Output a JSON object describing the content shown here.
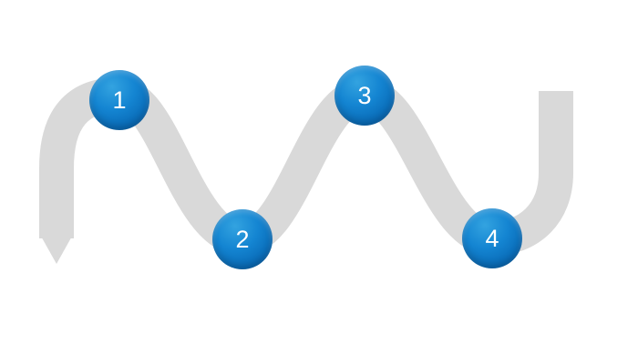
{
  "diagram": {
    "type": "process-wave-timeline",
    "steps": [
      {
        "label": "1"
      },
      {
        "label": "2"
      },
      {
        "label": "3"
      },
      {
        "label": "4"
      }
    ],
    "colors": {
      "node_blue": "#0a6cb8",
      "node_highlight": "#33a3e0",
      "ribbon_gray": "#d9d9d9",
      "number_text": "#ffffff",
      "background": "#ffffff"
    }
  }
}
